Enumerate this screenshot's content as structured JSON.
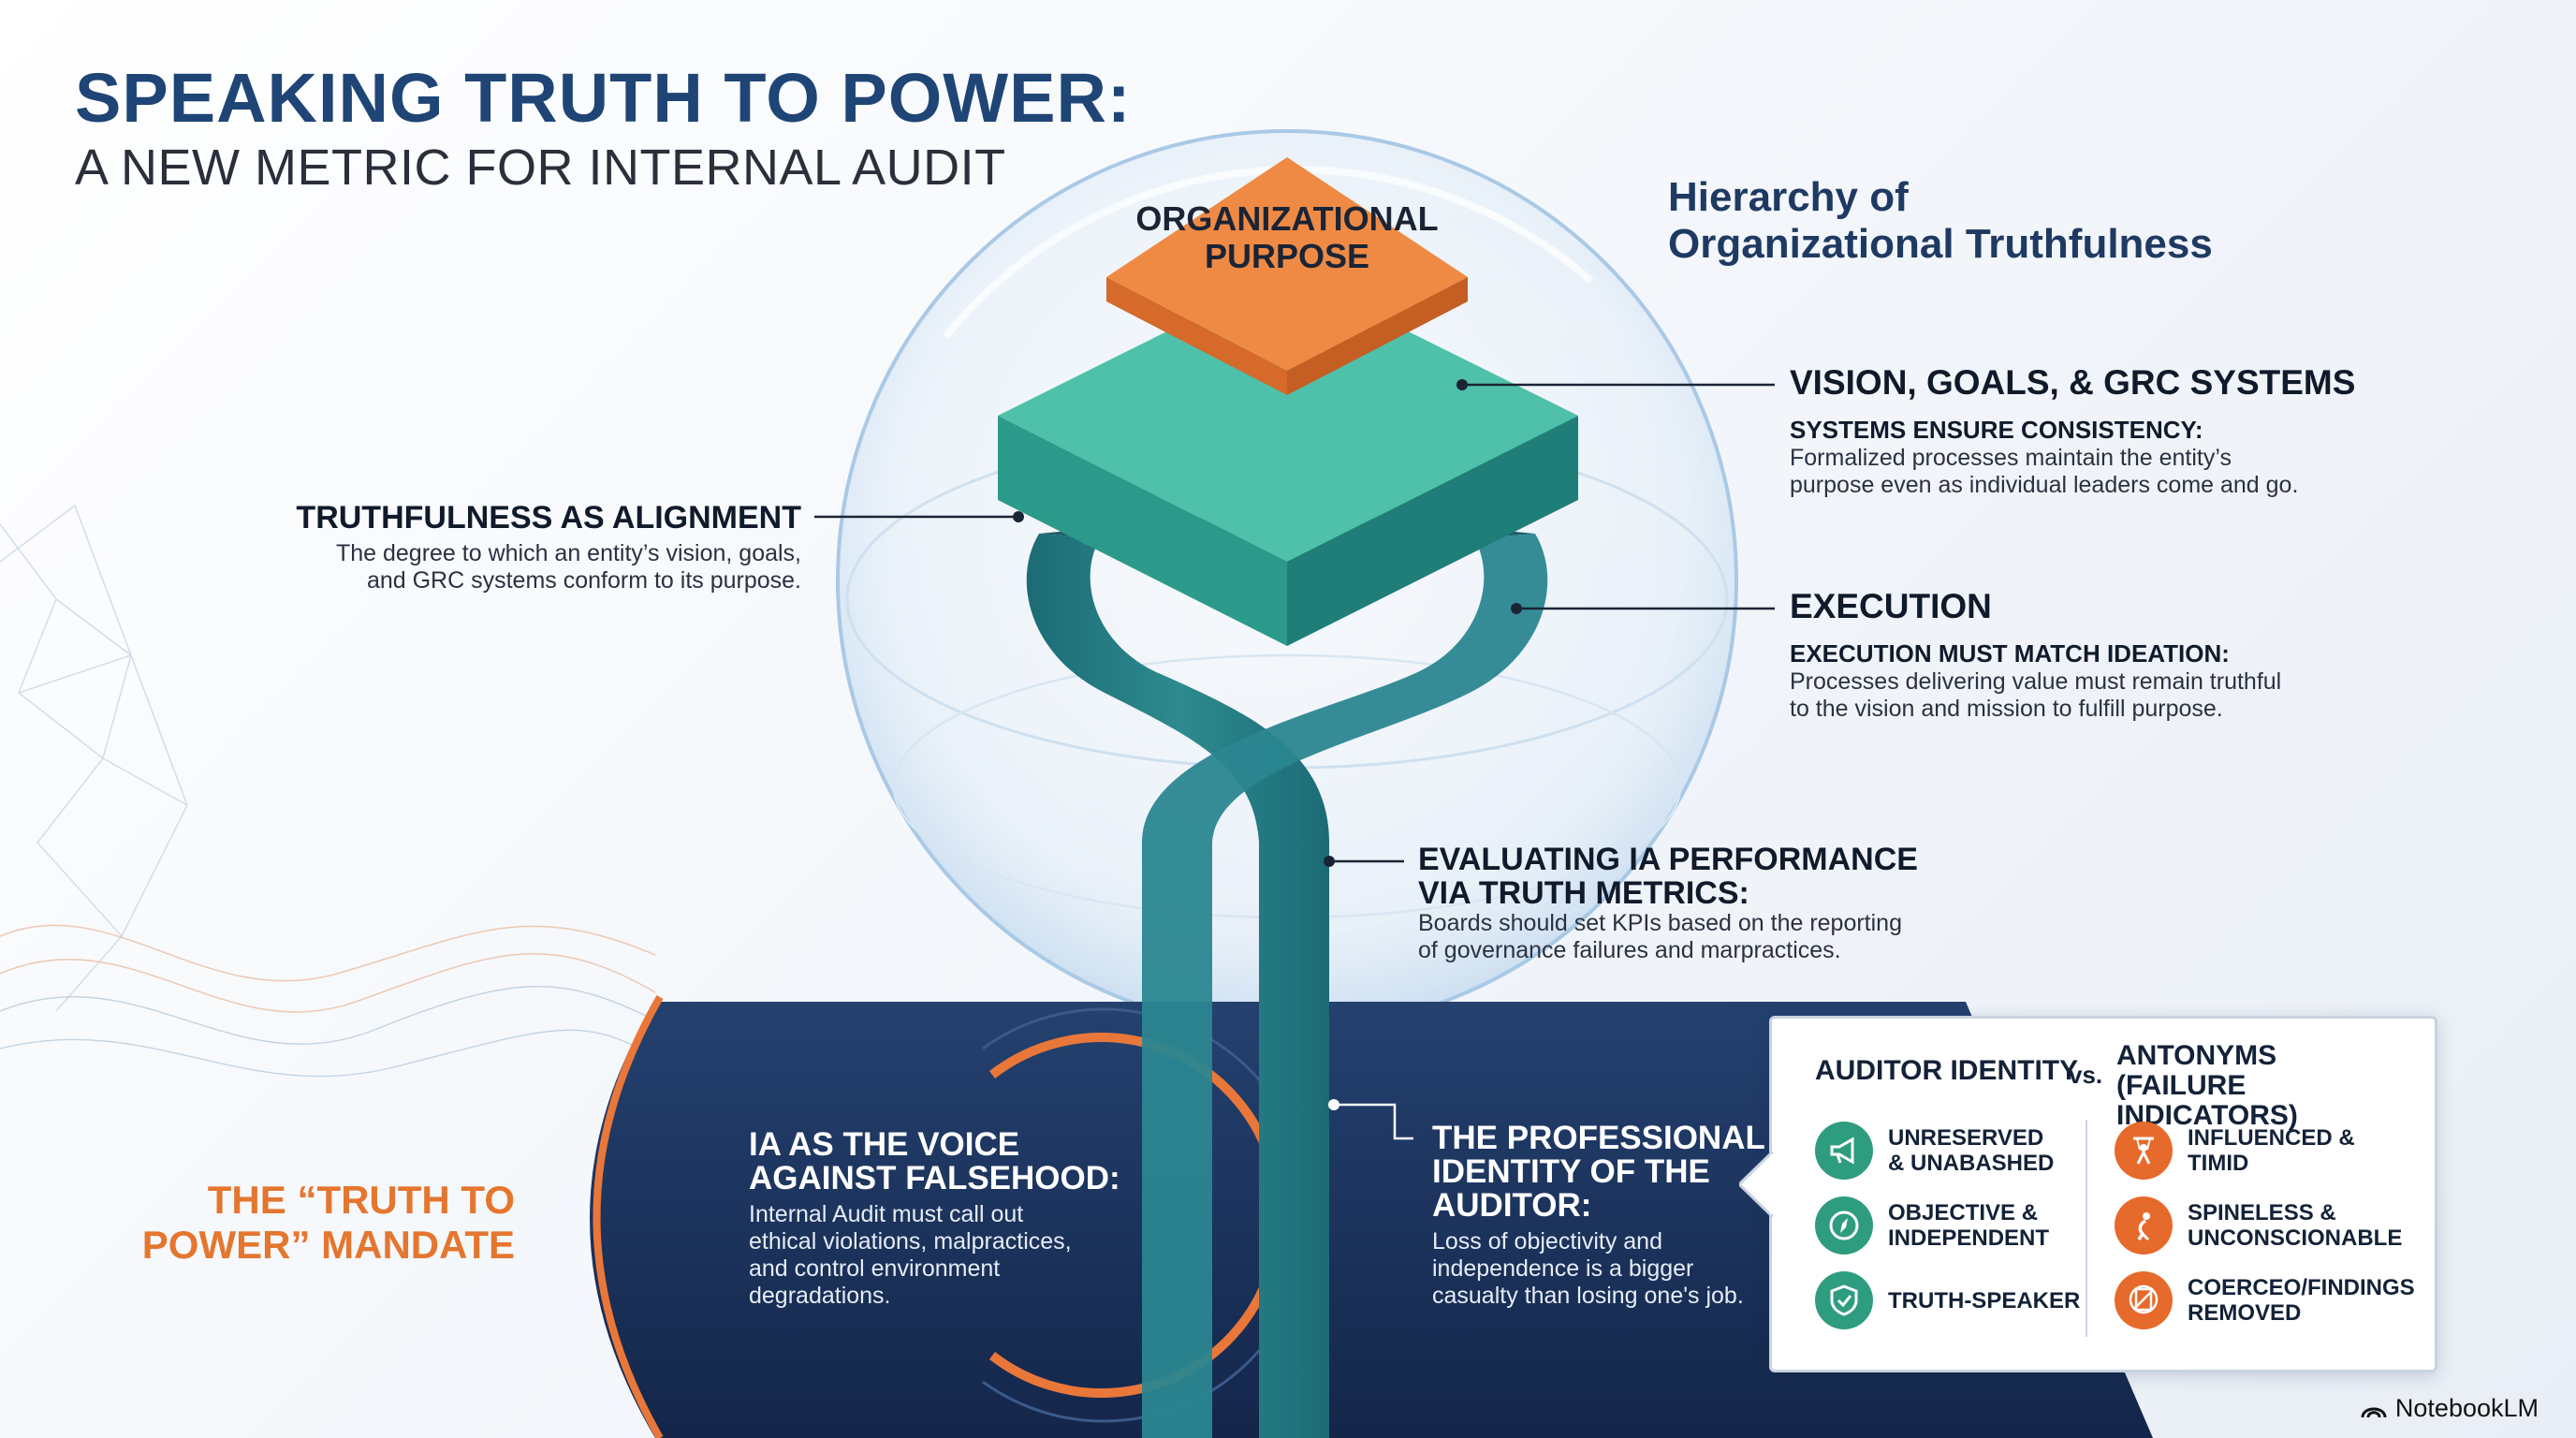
{
  "title": {
    "main": "SPEAKING TRUTH TO POWER:",
    "sub": "A NEW METRIC FOR INTERNAL AUDIT"
  },
  "hierarchy_title": {
    "line1": "Hierarchy of",
    "line2": "Organizational Truthfulness"
  },
  "pyramid": {
    "top_label_line1": "ORGANIZATIONAL",
    "top_label_line2": "PURPOSE"
  },
  "callouts": {
    "vision": {
      "head": "VISION, GOALS, & GRC SYSTEMS",
      "sub": "SYSTEMS ENSURE CONSISTENCY:",
      "body1": "Formalized processes maintain the entity’s",
      "body2": "purpose even as individual leaders come and go."
    },
    "alignment": {
      "head": "TRUTHFULNESS AS ALIGNMENT",
      "body1": "The degree to which an entity’s vision, goals,",
      "body2": "and GRC systems conform to its purpose."
    },
    "execution": {
      "head": "EXECUTION",
      "sub": "EXECUTION MUST MATCH IDEATION:",
      "body1": "Processes delivering value must remain truthful",
      "body2": "to the vision and mission to fulfill purpose."
    },
    "evaluating": {
      "head1": "EVALUATING IA PERFORMANCE",
      "head2": "VIA TRUTH METRICS:",
      "body1": "Boards should set KPIs based on the reporting",
      "body2": "of governance failures and marpractices."
    },
    "voice": {
      "head1": "IA AS THE VOICE",
      "head2": "AGAINST FALSEHOOD:",
      "body1": "Internal Audit must call out",
      "body2": "ethical violations, malpractices,",
      "body3": "and control environment",
      "body4": "degradations."
    },
    "identity": {
      "head1": "THE PROFESSIONAL",
      "head2": "IDENTITY OF THE",
      "head3": "AUDITOR:",
      "body1": "Loss of objectivity and",
      "body2": "independence is a bigger",
      "body3": "casualty than losing one's job."
    }
  },
  "mandate": {
    "line1": "THE “TRUTH TO",
    "line2": "POWER” MANDATE"
  },
  "comparison": {
    "left_head": "AUDITOR IDENTITY",
    "vs": "vs.",
    "right_head1": "ANTONYMS",
    "right_head2": "(FAILURE INDICATORS)",
    "identity_items": [
      {
        "line1": "UNRESERVED",
        "line2": "& UNABASHED",
        "icon": "megaphone-icon"
      },
      {
        "line1": "OBJECTIVE &",
        "line2": "INDEPENDENT",
        "icon": "compass-icon"
      },
      {
        "line1": "TRUTH-SPEAKER",
        "line2": "",
        "icon": "shield-check-icon"
      }
    ],
    "antonym_items": [
      {
        "line1": "INFLUENCED &",
        "line2": "TIMID",
        "icon": "puppet-icon"
      },
      {
        "line1": "SPINELESS &",
        "line2": "UNCONSCIONABLE",
        "icon": "slumped-figure-icon"
      },
      {
        "line1": "COERCEO/FINDINGS",
        "line2": "REMOVED",
        "icon": "no-document-icon"
      }
    ]
  },
  "brand": "NotebookLM",
  "colors": {
    "navy": "#1f4576",
    "teal": "#3fb09b",
    "teal_dark": "#1f6f7a",
    "orange": "#e9773a",
    "base_dark": "#1a2c52"
  }
}
